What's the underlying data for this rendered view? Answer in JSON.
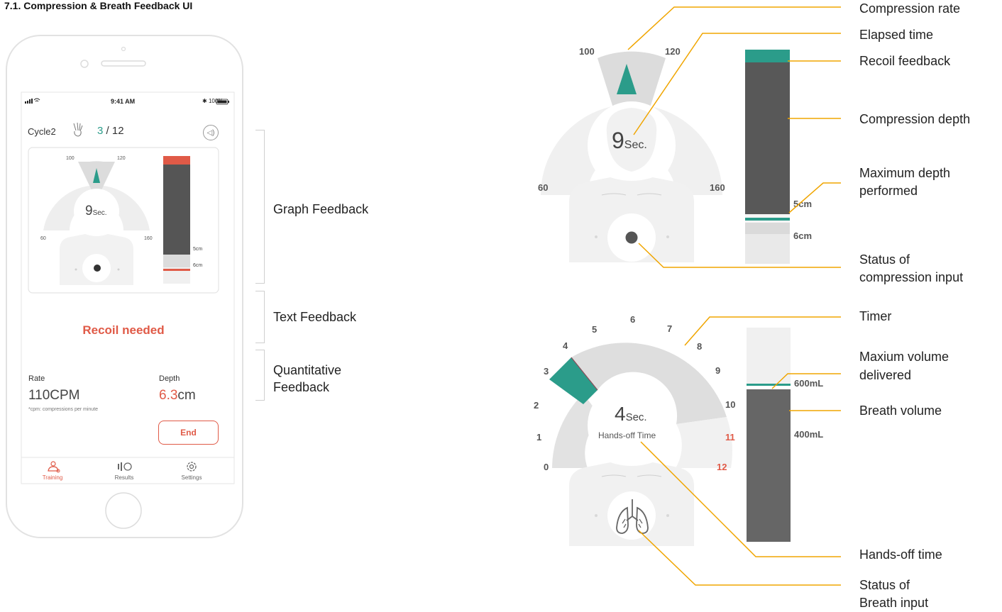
{
  "page_title": "7.1. Compression & Breath Feedback UI",
  "phone": {
    "status_bar": {
      "time": "9:41 AM",
      "battery": "100%"
    },
    "header": {
      "cycle": "Cycle2",
      "count_current": "3",
      "count_sep": "/",
      "count_total": "12"
    },
    "gauge": {
      "ticks": {
        "t100": "100",
        "t120": "120",
        "t60": "60",
        "t160": "160"
      },
      "elapsed_value": "9",
      "elapsed_unit": "Sec.",
      "depth_marks": {
        "m5": "5cm",
        "m6": "6cm"
      }
    },
    "text_feedback": "Recoil needed",
    "rate": {
      "label": "Rate",
      "value": "110CPM",
      "note": "*cpm: compressions per minute"
    },
    "depth": {
      "label": "Depth",
      "value_num": "6.3",
      "value_unit": "cm"
    },
    "end_button": "End",
    "nav": [
      {
        "label": "Training",
        "icon": "cpr-icon"
      },
      {
        "label": "Results",
        "icon": "results-icon"
      },
      {
        "label": "Settings",
        "icon": "gear-icon"
      }
    ],
    "colors": {
      "accent": "#e05a47",
      "teal": "#2b9c8a",
      "dark": "#555555"
    }
  },
  "section_labels": {
    "graph": "Graph Feedback",
    "text": "Text Feedback",
    "quant_line1": "Quantitative",
    "quant_line2": "Feedback"
  },
  "compression_diagram": {
    "ticks": {
      "t100": "100",
      "t120": "120",
      "t60": "60",
      "t160": "160"
    },
    "elapsed_value": "9",
    "elapsed_unit": "Sec.",
    "depth_marks": {
      "m5": "5cm",
      "m6": "6cm"
    }
  },
  "compression_callouts": {
    "rate": "Compression rate",
    "elapsed": "Elapsed time",
    "recoil": "Recoil feedback",
    "depth": "Compression depth",
    "max_depth_1": "Maximum depth",
    "max_depth_2": "performed",
    "status_1": "Status of",
    "status_2": "compression input"
  },
  "breath_diagram": {
    "ticks": [
      "0",
      "1",
      "2",
      "3",
      "4",
      "5",
      "6",
      "7",
      "8",
      "9",
      "10",
      "11",
      "12"
    ],
    "value": "4",
    "unit": "Sec.",
    "subtitle": "Hands-off Time",
    "volume_marks": {
      "m600": "600mL",
      "m400": "400mL"
    }
  },
  "breath_callouts": {
    "timer": "Timer",
    "max_vol_1": "Maxium volume",
    "max_vol_2": "delivered",
    "breath_volume": "Breath volume",
    "hands_off": "Hands-off time",
    "status_1": "Status of",
    "status_2": "Breath input"
  }
}
